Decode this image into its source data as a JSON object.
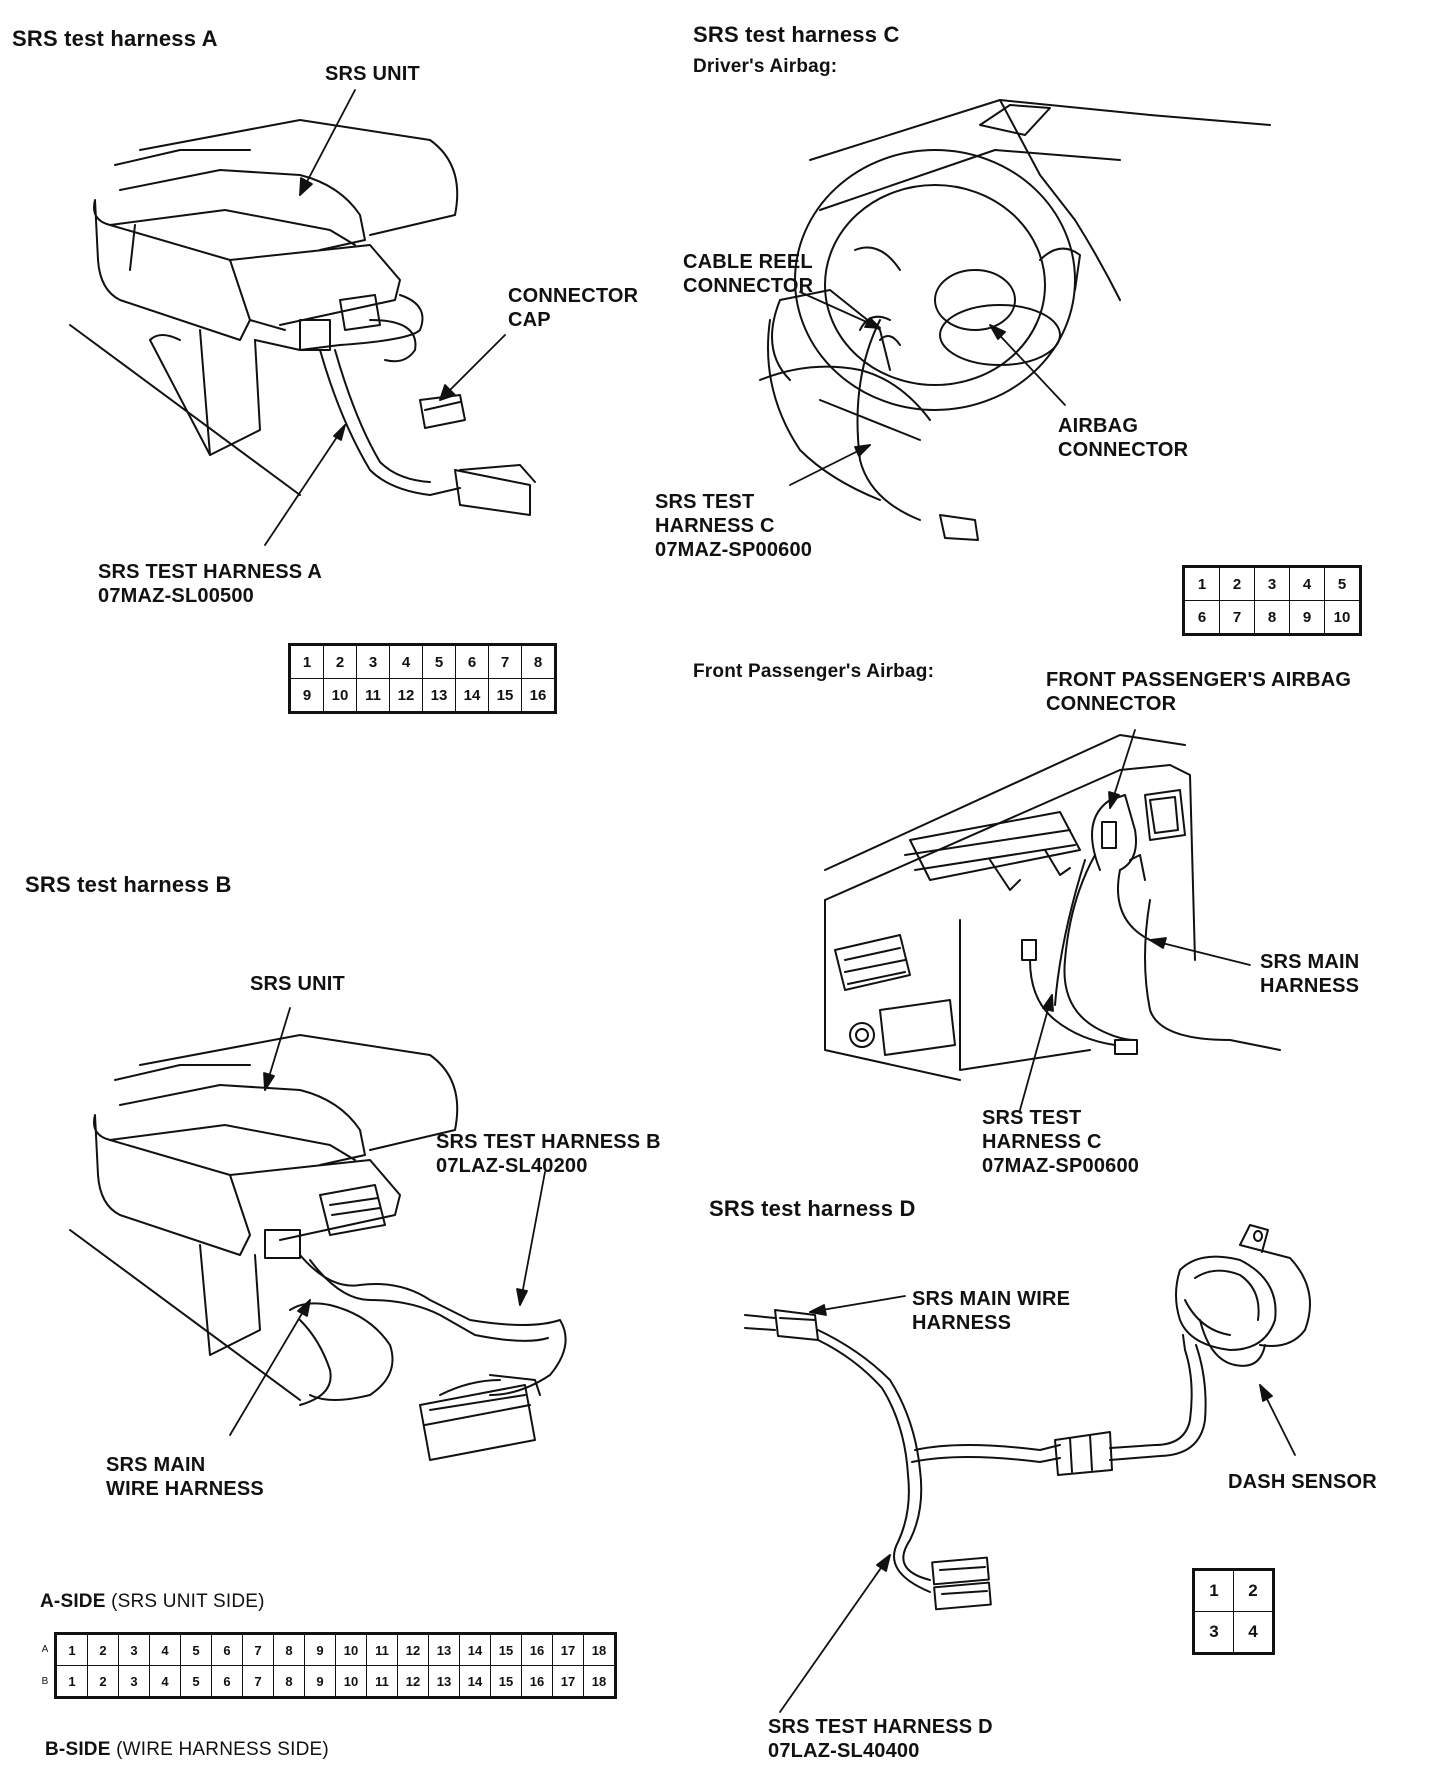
{
  "sections": {
    "a": {
      "title": "SRS test harness A",
      "unit_label": "SRS UNIT",
      "cap_label": "CONNECTOR\nCAP",
      "harness_label": "SRS TEST HARNESS A\n07MAZ-SL00500",
      "pins": [
        [
          "1",
          "2",
          "3",
          "4",
          "5",
          "6",
          "7",
          "8"
        ],
        [
          "9",
          "10",
          "11",
          "12",
          "13",
          "14",
          "15",
          "16"
        ]
      ]
    },
    "b": {
      "title": "SRS test harness B",
      "unit_label": "SRS UNIT",
      "harness_label": "SRS TEST HARNESS B\n07LAZ-SL40200",
      "main_label": "SRS MAIN\nWIRE HARNESS",
      "a_side_title": "A-SIDE",
      "a_side_note": "(SRS UNIT SIDE)",
      "b_side_title": "B-SIDE",
      "b_side_note": "(WIRE HARNESS SIDE)",
      "row_a": "A",
      "row_b": "B",
      "pins": [
        "1",
        "2",
        "3",
        "4",
        "5",
        "6",
        "7",
        "8",
        "9",
        "10",
        "11",
        "12",
        "13",
        "14",
        "15",
        "16",
        "17",
        "18"
      ]
    },
    "c": {
      "title": "SRS test harness C",
      "driver_subtitle": "Driver's Airbag:",
      "cable_reel_label": "CABLE REEL\nCONNECTOR",
      "airbag_connector_label": "AIRBAG\nCONNECTOR",
      "harness_label": "SRS TEST\nHARNESS C\n07MAZ-SP00600",
      "pins": [
        [
          "1",
          "2",
          "3",
          "4",
          "5"
        ],
        [
          "6",
          "7",
          "8",
          "9",
          "10"
        ]
      ],
      "passenger_subtitle": "Front Passenger's Airbag:",
      "passenger_connector_label": "FRONT PASSENGER'S AIRBAG\nCONNECTOR",
      "main_harness_label": "SRS MAIN\nHARNESS",
      "harness_label_2": "SRS TEST\nHARNESS C\n07MAZ-SP00600"
    },
    "d": {
      "title": "SRS test harness D",
      "main_wire_label": "SRS MAIN WIRE\nHARNESS",
      "dash_sensor_label": "DASH SENSOR",
      "harness_label": "SRS TEST HARNESS D\n07LAZ-SL40400",
      "pins": [
        [
          "1",
          "2"
        ],
        [
          "3",
          "4"
        ]
      ]
    }
  }
}
